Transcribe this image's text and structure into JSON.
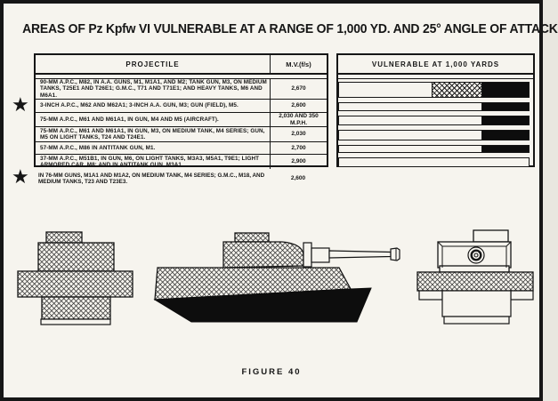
{
  "title": "AREAS OF Pz Kpfw VI VULNERABLE AT A RANGE OF 1,000 YD. AND 25° ANGLE OF ATTACK",
  "star_glyph": "★",
  "figure_caption": "FIGURE 40",
  "colors": {
    "paper": "#f6f4ee",
    "ink": "#161616",
    "vulnerable_black": "#0d0d0d"
  },
  "table": {
    "col_projectile": "PROJECTILE",
    "col_mv": "M.V.(f/s)",
    "col_vulnerable": "VULNERABLE AT 1,000 YARDS",
    "rows": [
      {
        "projectile": "90-MM A.P.C., M82, IN A.A. GUNS, M1, M1A1, AND M2; TANK GUN, M3, ON MEDIUM TANKS, T25E1 AND T26E1; G.M.C., T71 AND T71E1; AND HEAVY TANKS, M6 AND M6A1.",
        "mv": "2,670",
        "starred": false,
        "bar": {
          "white_pct": 49,
          "hatch_pct": 26,
          "black_pct": 25
        }
      },
      {
        "projectile": "3-INCH A.P.C., M62 AND M62A1; 3-INCH A.A. GUN, M3; GUN (FIELD), M5.",
        "mv": "2,600",
        "starred": true,
        "bar": {
          "white_pct": 75,
          "hatch_pct": 0,
          "black_pct": 25
        }
      },
      {
        "projectile": "75-MM A.P.C., M61 AND M61A1, IN GUN, M4 AND M5 (AIRCRAFT).",
        "mv": "2,030 AND 350 M.P.H.",
        "starred": false,
        "bar": {
          "white_pct": 75,
          "hatch_pct": 0,
          "black_pct": 25
        }
      },
      {
        "projectile": "75-MM A.P.C., M61 AND M61A1, IN GUN, M3, ON MEDIUM TANK, M4 SERIES; GUN, M5 ON LIGHT TANKS, T24 AND T24E1.",
        "mv": "2,030",
        "starred": false,
        "bar": {
          "white_pct": 75,
          "hatch_pct": 0,
          "black_pct": 25
        }
      },
      {
        "projectile": "57-MM A.P.C., M86 IN ANTITANK GUN, M1.",
        "mv": "2,700",
        "starred": false,
        "bar": {
          "white_pct": 75,
          "hatch_pct": 0,
          "black_pct": 25
        }
      },
      {
        "projectile": "37-MM A.P.C., M51B1, IN GUN, M6, ON LIGHT TANKS, M3A3, M5A1, T9E1; LIGHT ARMORED CAR, M8; AND IN ANTITANK GUN, M3A1.",
        "mv": "2,900",
        "starred": false,
        "bar": {
          "white_pct": 100,
          "hatch_pct": 0,
          "black_pct": 0
        }
      }
    ],
    "footnote_row": {
      "projectile": "IN 76-MM GUNS, M1A1 AND M1A2, ON MEDIUM TANK, M4 SERIES; G.M.C., M18, AND MEDIUM TANKS, T23 AND T23E3.",
      "mv": "2,600",
      "starred": true
    }
  },
  "diagrams": {
    "front_view": "tank-front-silhouette-crosshatched",
    "side_view": "tank-side-silhouette-hull-black-turret-crosshatched",
    "rear_view": "tank-rear-outline-band-crosshatched"
  }
}
